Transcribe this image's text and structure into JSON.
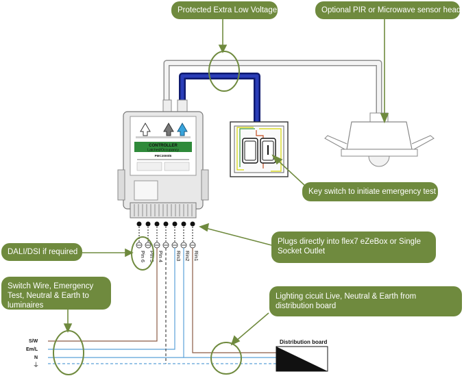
{
  "callouts": {
    "pelv": "Protected Extra Low Voltage",
    "pir": "Optional PIR or Microwave sensor head",
    "keyswitch": "Key switch to initiate emergency test",
    "plugs": "Plugs directly into flex7 eZeBox or Single Socket Outlet",
    "dali": "DALI/DSI if required",
    "switchwire": "Switch Wire, Emergency Test, Neutral & Earth to luminaires",
    "lighting": "Lighting cicuit Live, Neutral & Earth from distribution board"
  },
  "controller": {
    "label_title": "CONTROLLER",
    "label_sub": "Latched/Occupancy",
    "model": "PMC2000/E"
  },
  "pins": {
    "p6": "Pin 6",
    "p5": "Pin 5",
    "p4": "Pin 4",
    "p3": "Rin3",
    "p2": "Rin2",
    "p1": "Rin1"
  },
  "wires": {
    "sw": "S/W",
    "em": "Em/L",
    "n": "N",
    "earth": "⏚"
  },
  "distribution_board": "Distribution board",
  "colors": {
    "callout": "#6f8a3e",
    "highlight_circle": "#6f8a3e",
    "pelv_cable": "#1d2a8a",
    "green_label": "#2f8a3a",
    "live_wire": "#8a5a44",
    "neutral_wire": "#5aa0d8"
  }
}
